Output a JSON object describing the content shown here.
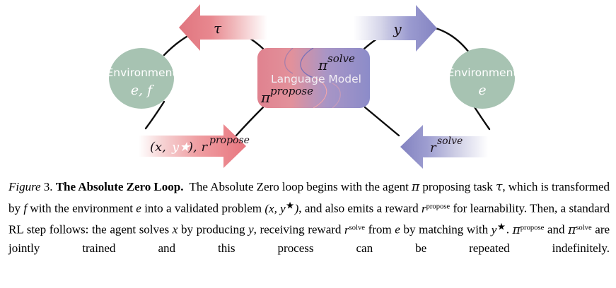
{
  "figure": {
    "diagram": {
      "nodes": {
        "env_left": {
          "title": "Environment",
          "symbols": "e, f",
          "color": "#a7c3b2"
        },
        "env_right": {
          "title": "Environment",
          "symbols": "e",
          "color": "#a7c3b2"
        },
        "language_model": {
          "title": "Language Model",
          "policy_solve_base": "π",
          "policy_solve_sup": "solve",
          "policy_propose_base": "π",
          "policy_propose_sup": "propose",
          "color_left": "#e8919a",
          "color_right": "#8f8fcb"
        }
      },
      "arrows": {
        "top_left": {
          "label": "τ",
          "direction": "left",
          "color": "#e27d85"
        },
        "top_right": {
          "label": "y",
          "direction": "right",
          "color": "#8a8ac4"
        },
        "bottom_left": {
          "label_part1": "(x, ",
          "label_star": "y★",
          "label_part2": "), r",
          "label_sup": "propose",
          "direction": "right",
          "color": "#e8858c"
        },
        "bottom_right": {
          "label_base": "r",
          "label_sup": "solve",
          "direction": "left",
          "color": "#8a8ac4"
        }
      }
    },
    "caption": {
      "figure_word": "Figure",
      "number": "3.",
      "title": "The Absolute Zero Loop.",
      "body_1": "The Absolute Zero loop begins with the agent ",
      "pi_1": "π",
      "body_2": " proposing task ",
      "tau_1": "τ",
      "body_3": ", which is transformed by ",
      "f_1": "f",
      "body_4": " with the environment ",
      "e_1": "e",
      "body_5": " into a validated problem ",
      "prob_1": "(x, y",
      "prob_star": "★",
      "prob_2": ")",
      "body_6": ", and also emits a reward ",
      "r_1": "r",
      "r_1_sup": "propose",
      "body_7": " for learnability. Then, a standard RL step follows: the agent solves ",
      "x_1": "x",
      "body_8": " by producing ",
      "y_1": "y",
      "body_9": ", receiving reward ",
      "r_2": "r",
      "r_2_sup": "solve",
      "body_10": " from ",
      "e_2": "e",
      "body_11": " by matching with ",
      "y_2": "y",
      "y_2_star": "★",
      "body_12": ". ",
      "pi_2": "π",
      "pi_2_sup": "propose",
      "body_13": " and ",
      "pi_3": "π",
      "pi_3_sup": "solve",
      "body_14": " are jointly trained and this process can be repeated indefinitely."
    }
  }
}
